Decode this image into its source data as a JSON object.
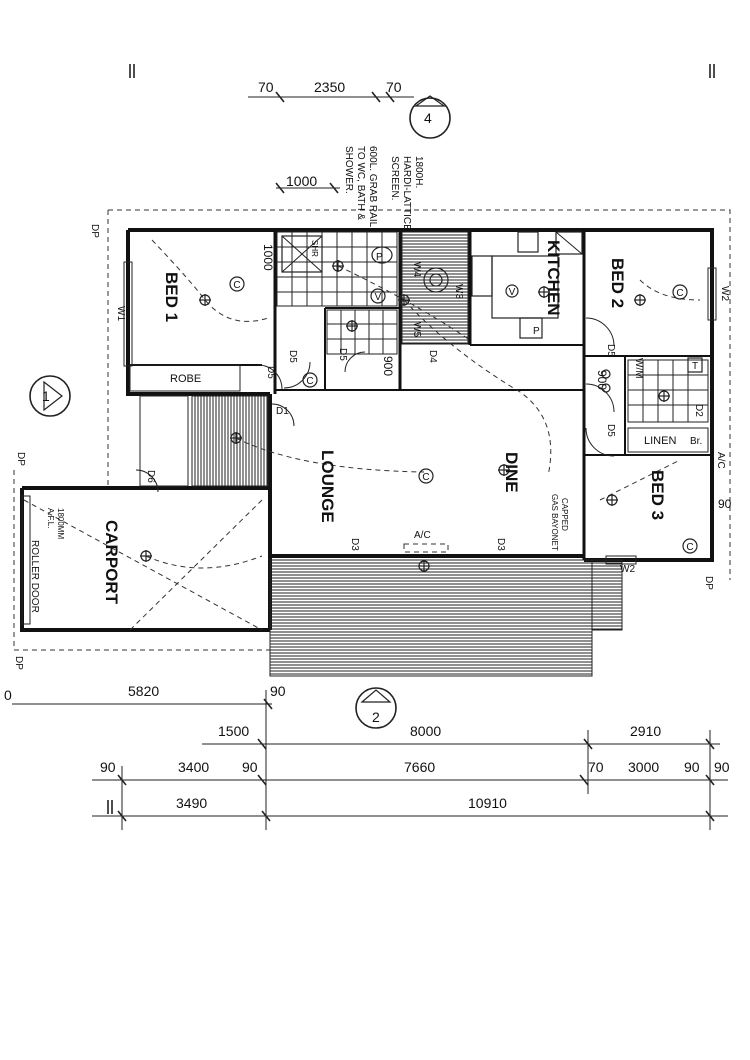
{
  "rooms": {
    "bed1": "BED 1",
    "bed2": "BED 2",
    "bed3": "BED 3",
    "kitchen": "KITCHEN",
    "lounge": "LOUNGE",
    "dine": "DINE",
    "carport": "CARPORT",
    "robe": "ROBE",
    "linen": "LINEN"
  },
  "notes": {
    "screen_line1": "1800H.",
    "screen_line2": "HARDI-LATTICE",
    "screen_line3": "SCREEN.",
    "grab_line1": "600L. GRAB RAIL",
    "grab_line2": "TO WC, BATH &",
    "grab_line3": "SHOWER.",
    "roller_door": "ROLLER DOOR",
    "afl_line1": "1800MM",
    "afl_line2": "A.F.L.",
    "gas_line1": "CAPPED",
    "gas_line2": "GAS BAYONET",
    "ac": "A/C",
    "ac2": "A/C",
    "shr": "SHR",
    "br": "Br."
  },
  "doors": {
    "d1": "D1",
    "d2": "D2",
    "d3a": "D3",
    "d3b": "D3",
    "d4": "D4",
    "d5a": "D5",
    "d5b": "D5",
    "d5c": "D5",
    "d5d": "D5",
    "d5e": "D5",
    "d6": "D6"
  },
  "windows": {
    "w1": "W1",
    "w2a": "W2",
    "w2b": "W2",
    "w3": "W3",
    "w4": "W4",
    "w5": "W5"
  },
  "markers": {
    "dp1": "DP",
    "dp2": "DP",
    "dp3": "DP",
    "dp4": "DP",
    "section1": "1",
    "section2": "2",
    "section4": "4"
  },
  "dimensions": {
    "top_70a": "70",
    "top_2350": "2350",
    "top_70b": "70",
    "top_1000": "1000",
    "side_1000": "1000",
    "side_900a": "900",
    "side_900b": "900",
    "side_90": "90",
    "row1_5820": "5820",
    "row1_90": "90",
    "row1_0": "0",
    "row2_1500": "1500",
    "row2_8000": "8000",
    "row2_2910": "2910",
    "row3_90a": "90",
    "row3_3400": "3400",
    "row3_90b": "90",
    "row3_7660": "7660",
    "row3_70": "70",
    "row3_3000": "3000",
    "row3_90c": "90",
    "row3_90d": "90",
    "row4_3490": "3490",
    "row4_10910": "10910"
  },
  "fixtures": {
    "c": "C",
    "v": "V",
    "p": "P",
    "t": "T",
    "wm": "W/M"
  }
}
